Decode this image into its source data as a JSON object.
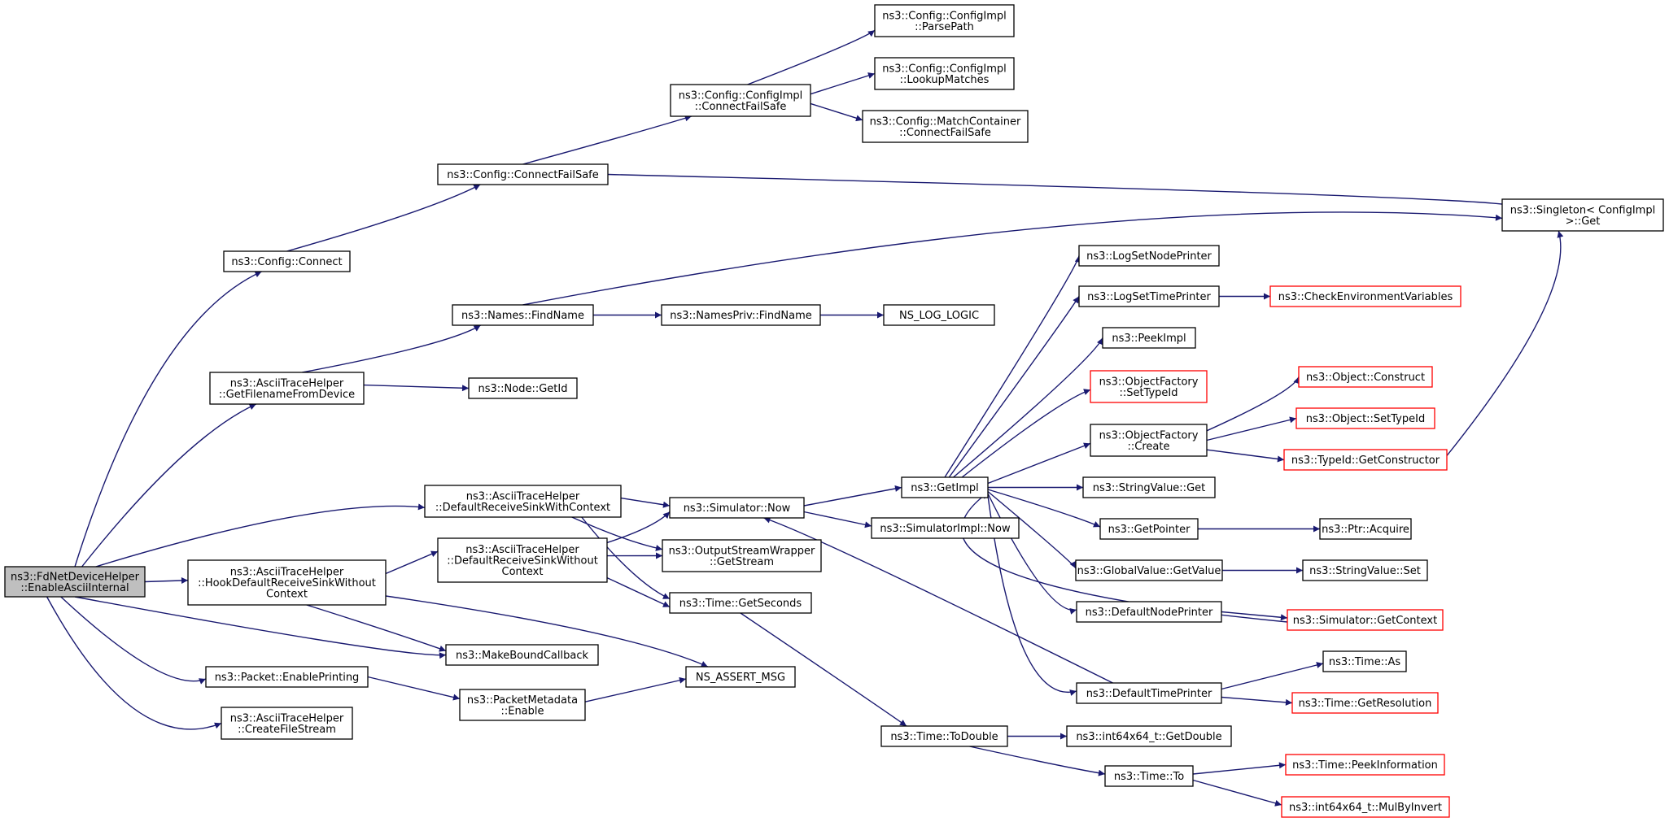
{
  "graph": {
    "nodes": [
      {
        "id": "root",
        "lines": [
          "ns3::FdNetDeviceHelper",
          "::EnableAsciiInternal"
        ],
        "style": "focus"
      },
      {
        "id": "cfgconnect",
        "lines": [
          "ns3::Config::Connect"
        ]
      },
      {
        "id": "getfilename",
        "lines": [
          "ns3::AsciiTraceHelper",
          "::GetFilenameFromDevice"
        ]
      },
      {
        "id": "drswc",
        "lines": [
          "ns3::AsciiTraceHelper",
          "::DefaultReceiveSinkWithContext"
        ]
      },
      {
        "id": "hookdrswoc",
        "lines": [
          "ns3::AsciiTraceHelper",
          "::HookDefaultReceiveSinkWithout",
          "Context"
        ]
      },
      {
        "id": "pktenable",
        "lines": [
          "ns3::Packet::EnablePrinting"
        ]
      },
      {
        "id": "createfile",
        "lines": [
          "ns3::AsciiTraceHelper",
          "::CreateFileStream"
        ]
      },
      {
        "id": "cfgconnectfs",
        "lines": [
          "ns3::Config::ConnectFailSafe"
        ]
      },
      {
        "id": "namesfind",
        "lines": [
          "ns3::Names::FindName"
        ]
      },
      {
        "id": "nodegetid",
        "lines": [
          "ns3::Node::GetId"
        ]
      },
      {
        "id": "drswoc",
        "lines": [
          "ns3::AsciiTraceHelper",
          "::DefaultReceiveSinkWithout",
          "Context"
        ]
      },
      {
        "id": "makebound",
        "lines": [
          "ns3::MakeBoundCallback"
        ]
      },
      {
        "id": "pmenable",
        "lines": [
          "ns3::PacketMetadata",
          "::Enable"
        ]
      },
      {
        "id": "implconnectfs",
        "lines": [
          "ns3::Config::ConfigImpl",
          "::ConnectFailSafe"
        ]
      },
      {
        "id": "parsepath",
        "lines": [
          "ns3::Config::ConfigImpl",
          "::ParsePath"
        ]
      },
      {
        "id": "lookup",
        "lines": [
          "ns3::Config::ConfigImpl",
          "::LookupMatches"
        ]
      },
      {
        "id": "matchconnect",
        "lines": [
          "ns3::Config::MatchContainer",
          "::ConnectFailSafe"
        ]
      },
      {
        "id": "singleton",
        "lines": [
          "ns3::Singleton< ConfigImpl",
          ">::Get"
        ]
      },
      {
        "id": "namesprivfind",
        "lines": [
          "ns3::NamesPriv::FindName"
        ]
      },
      {
        "id": "nslogic",
        "lines": [
          "NS_LOG_LOGIC"
        ]
      },
      {
        "id": "simnow",
        "lines": [
          "ns3::Simulator::Now"
        ]
      },
      {
        "id": "oswget",
        "lines": [
          "ns3::OutputStreamWrapper",
          "::GetStream"
        ]
      },
      {
        "id": "getseconds",
        "lines": [
          "ns3::Time::GetSeconds"
        ]
      },
      {
        "id": "nsassert",
        "lines": [
          "NS_ASSERT_MSG"
        ]
      },
      {
        "id": "simimplnow",
        "lines": [
          "ns3::SimulatorImpl::Now"
        ]
      },
      {
        "id": "getimpl",
        "lines": [
          "ns3::GetImpl"
        ]
      },
      {
        "id": "todouble",
        "lines": [
          "ns3::Time::ToDouble"
        ]
      },
      {
        "id": "lognode",
        "lines": [
          "ns3::LogSetNodePrinter"
        ]
      },
      {
        "id": "logtime",
        "lines": [
          "ns3::LogSetTimePrinter"
        ]
      },
      {
        "id": "peekimpl",
        "lines": [
          "ns3::PeekImpl"
        ]
      },
      {
        "id": "ofsettype",
        "lines": [
          "ns3::ObjectFactory",
          "::SetTypeId"
        ],
        "style": "red"
      },
      {
        "id": "ofcreate",
        "lines": [
          "ns3::ObjectFactory",
          "::Create"
        ]
      },
      {
        "id": "strget",
        "lines": [
          "ns3::StringValue::Get"
        ]
      },
      {
        "id": "getpointer",
        "lines": [
          "ns3::GetPointer"
        ]
      },
      {
        "id": "gvgetvalue",
        "lines": [
          "ns3::GlobalValue::GetValue"
        ]
      },
      {
        "id": "defnodeprinter",
        "lines": [
          "ns3::DefaultNodePrinter"
        ]
      },
      {
        "id": "deftimeprinter",
        "lines": [
          "ns3::DefaultTimePrinter"
        ]
      },
      {
        "id": "getdouble",
        "lines": [
          "ns3::int64x64_t::GetDouble"
        ]
      },
      {
        "id": "timeto",
        "lines": [
          "ns3::Time::To"
        ]
      },
      {
        "id": "checkenv",
        "lines": [
          "ns3::CheckEnvironmentVariables"
        ],
        "style": "red"
      },
      {
        "id": "objconstruct",
        "lines": [
          "ns3::Object::Construct"
        ],
        "style": "red"
      },
      {
        "id": "objsettype",
        "lines": [
          "ns3::Object::SetTypeId"
        ],
        "style": "red"
      },
      {
        "id": "getctor",
        "lines": [
          "ns3::TypeId::GetConstructor"
        ],
        "style": "red"
      },
      {
        "id": "ptracquire",
        "lines": [
          "ns3::Ptr::Acquire"
        ]
      },
      {
        "id": "strset",
        "lines": [
          "ns3::StringValue::Set"
        ]
      },
      {
        "id": "simgetctx",
        "lines": [
          "ns3::Simulator::GetContext"
        ],
        "style": "red"
      },
      {
        "id": "timeas",
        "lines": [
          "ns3::Time::As"
        ]
      },
      {
        "id": "getres",
        "lines": [
          "ns3::Time::GetResolution"
        ],
        "style": "red"
      },
      {
        "id": "peekinfo",
        "lines": [
          "ns3::Time::PeekInformation"
        ],
        "style": "red"
      },
      {
        "id": "mulbyinv",
        "lines": [
          "ns3::int64x64_t::MulByInvert"
        ],
        "style": "red"
      }
    ]
  }
}
